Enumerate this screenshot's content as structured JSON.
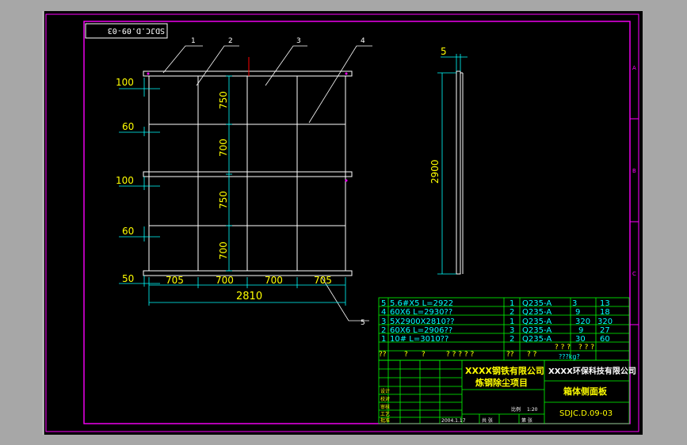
{
  "colors": {
    "background": "#a7a7a7",
    "sheet": "#000000",
    "border": "#ff00ff",
    "frame": "#ffffff",
    "dimension": "#00ffff",
    "text_green": "#00ff00",
    "text_yellow": "#ffff00",
    "table_line": "#00ff00"
  },
  "zones": {
    "right": [
      "A",
      "B",
      "C"
    ]
  },
  "drawing_number_rotated": "SDJC.D.09-03",
  "balloons": [
    "1",
    "2",
    "3",
    "4",
    "5"
  ],
  "side_view_label": "5",
  "front_view": {
    "left_dims": [
      "100",
      "60",
      "100",
      "60",
      "50"
    ],
    "vertical_dims": [
      "750",
      "700",
      "750",
      "700"
    ],
    "bottom_dims": [
      "705",
      "700",
      "700",
      "705"
    ],
    "overall_width": "2810"
  },
  "side_view": {
    "height": "2900"
  },
  "parts": [
    {
      "no": "5",
      "spec": "5.6#X5  L=2922",
      "qty": "1",
      "material": "Q235-A",
      "unit": "3",
      "total": "13"
    },
    {
      "no": "4",
      "spec": "60X6  L=2930??",
      "qty": "2",
      "material": "Q235-A",
      "unit": "9",
      "total": "18"
    },
    {
      "no": "3",
      "spec": "5X2900X2810??",
      "qty": "1",
      "material": "Q235-A",
      "unit": "320",
      "total": "320"
    },
    {
      "no": "2",
      "spec": "60X6  L=2906??",
      "qty": "3",
      "material": "Q235-A",
      "unit": "9",
      "total": "27"
    },
    {
      "no": "1",
      "spec": "10#  L=3010??",
      "qty": "2",
      "material": "Q235-A",
      "unit": "30",
      "total": "60"
    }
  ],
  "parts_header": [
    "??",
    "?",
    "?",
    "? ? ? ? ?",
    "??",
    "? ?",
    "? ? ?",
    "? ? ?"
  ],
  "parts_total_weight": "???kg?",
  "title_block": {
    "company_left": "XXXX钢铁有限公司",
    "project": "炼钢除尘项目",
    "company_right": "XXXX环保科技有限公司",
    "drawing_title": "箱体侧面板",
    "drawing_number": "SDJC.D.09-03",
    "row_labels": [
      "设计",
      "校对",
      "审核",
      "工艺",
      "批准"
    ],
    "small_texts": [
      "2004.1.17",
      "共 张",
      "第 张",
      "比例",
      "1:20"
    ]
  }
}
